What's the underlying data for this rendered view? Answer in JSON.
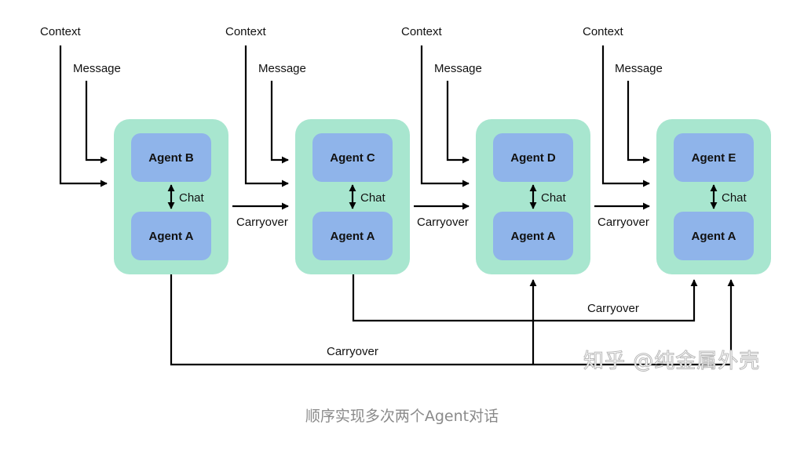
{
  "colors": {
    "container": "#a8e6cf",
    "agent_box": "#8fb4ea",
    "line": "#000000",
    "caption_text": "#8a8a8a"
  },
  "stages": [
    {
      "context_label": "Context",
      "message_label": "Message",
      "agent_top": "Agent B",
      "agent_bottom": "Agent A",
      "chat_label": "Chat"
    },
    {
      "context_label": "Context",
      "message_label": "Message",
      "agent_top": "Agent C",
      "agent_bottom": "Agent A",
      "chat_label": "Chat"
    },
    {
      "context_label": "Context",
      "message_label": "Message",
      "agent_top": "Agent D",
      "agent_bottom": "Agent A",
      "chat_label": "Chat"
    },
    {
      "context_label": "Context",
      "message_label": "Message",
      "agent_top": "Agent E",
      "agent_bottom": "Agent A",
      "chat_label": "Chat"
    }
  ],
  "carryover_between": [
    "Carryover",
    "Carryover",
    "Carryover"
  ],
  "carryover_bottom": [
    "Carryover",
    "Carryover"
  ],
  "watermark": "知乎 @纯金属外壳",
  "caption": "顺序实现多次两个Agent对话"
}
